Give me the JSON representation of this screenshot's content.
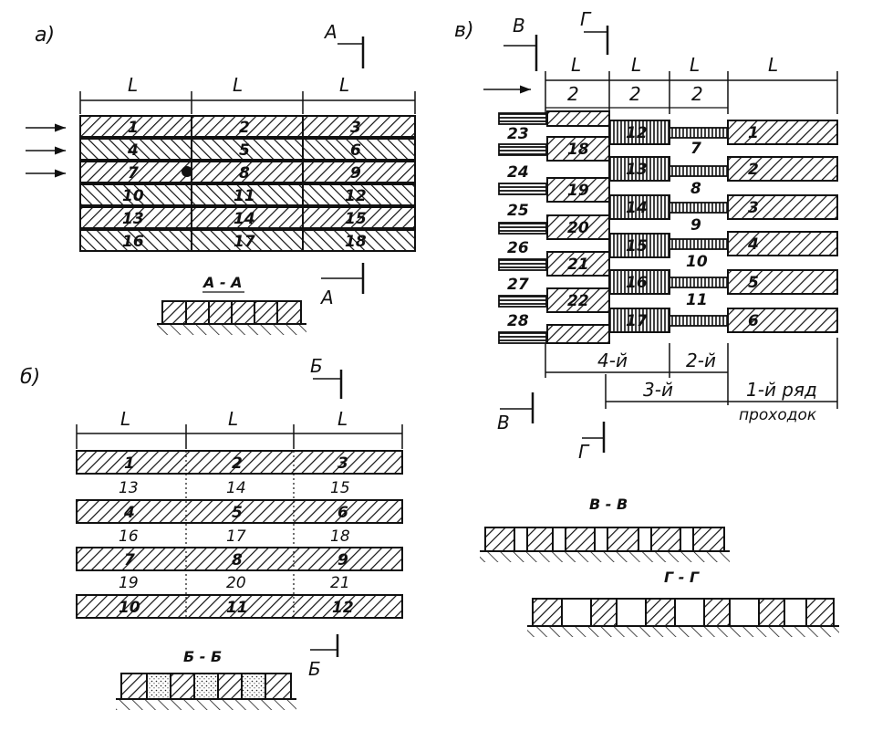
{
  "diagram": {
    "panels": {
      "a": {
        "label": "а)",
        "dim_labels": [
          "L",
          "L",
          "L"
        ],
        "cells": [
          "1",
          "2",
          "3",
          "4",
          "5",
          "6",
          "7",
          "8",
          "9",
          "10",
          "11",
          "12",
          "13",
          "14",
          "15",
          "16",
          "17",
          "18"
        ],
        "cut_marks": [
          "A",
          "A"
        ],
        "section_title": "А - А"
      },
      "b": {
        "label": "б)",
        "dim_labels": [
          "L",
          "L",
          "L"
        ],
        "cells": [
          "1",
          "2",
          "3",
          "4",
          "5",
          "6",
          "7",
          "8",
          "9",
          "10",
          "11",
          "12"
        ],
        "gap_numbers": [
          "13",
          "14",
          "15",
          "16",
          "17",
          "18",
          "19",
          "20",
          "21"
        ],
        "cut_marks": [
          "Б",
          "Б"
        ],
        "section_title": "Б - Б"
      },
      "v": {
        "label": "в)",
        "dim_labels": [
          "L",
          "L",
          "L",
          "L"
        ],
        "sub_dims": [
          "2",
          "2",
          "2"
        ],
        "cells_right": [
          "1",
          "2",
          "3",
          "4",
          "5",
          "6"
        ],
        "cells_gap_right": [
          "7",
          "8",
          "9",
          "10",
          "11"
        ],
        "cells_middle": [
          "12",
          "13",
          "14",
          "15",
          "16",
          "17"
        ],
        "cells_left": [
          "18",
          "19",
          "20",
          "21",
          "22"
        ],
        "cells_far_left": [
          "23",
          "24",
          "25",
          "26",
          "27",
          "28"
        ],
        "row_labels": [
          "4-й",
          "2-й",
          "3-й",
          "1-й ряд"
        ],
        "caption": "проходок",
        "cut_marks": [
          "В",
          "Г",
          "В",
          "Г"
        ],
        "section_v": "В - В",
        "section_g": "Г - Г"
      }
    }
  }
}
